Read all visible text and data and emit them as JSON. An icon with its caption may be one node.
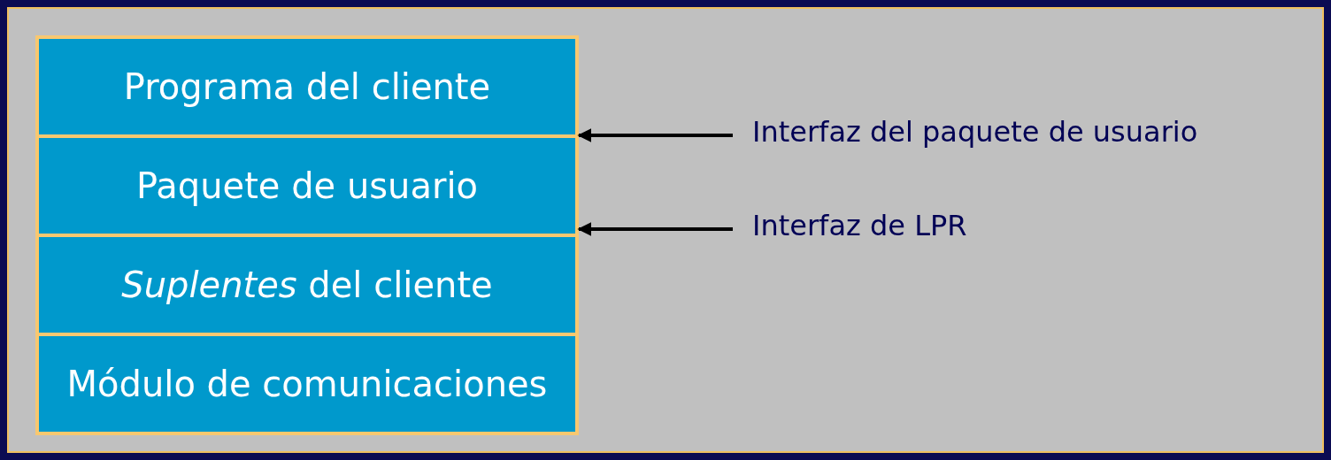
{
  "diagram": {
    "nodes": [
      {
        "text": [
          "Programa del cliente"
        ]
      },
      {
        "text": [
          "Paquete de usuario"
        ]
      },
      {
        "text": [
          "*Suplentes* del cliente"
        ]
      },
      {
        "text": [
          "Módulo de comunicaciones"
        ]
      },
      {
        "text": [
          "Interfaz del paquete de usuario"
        ]
      },
      {
        "text": [
          "Interfaz de LPR"
        ]
      }
    ],
    "edges": [
      {
        "from": 4,
        "to": 0,
        "arrow": "to"
      },
      {
        "from": 5,
        "to": 1,
        "arrow": "to"
      }
    ]
  }
}
